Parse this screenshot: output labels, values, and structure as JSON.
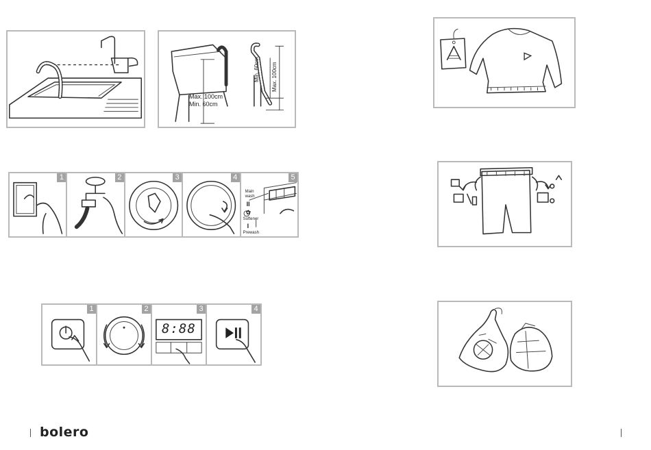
{
  "hose_panel": {
    "label_max": "Max. 100cm",
    "label_min": "Min. 60cm",
    "side_label_min": "Min. 60cm",
    "side_label_max": "Max. 100cm"
  },
  "loading_steps": {
    "numbers": [
      "1",
      "2",
      "3",
      "4",
      "5"
    ],
    "dispenser_main_wash": "Main wash",
    "dispenser_main_wash_symbol": "II",
    "dispenser_softener": "Softener",
    "dispenser_prewash": "Prewash",
    "dispenser_prewash_symbol": "I"
  },
  "control_steps": {
    "numbers": [
      "1",
      "2",
      "3",
      "4"
    ],
    "display_text": "8:88"
  },
  "footer": {
    "brand": "bolero"
  }
}
